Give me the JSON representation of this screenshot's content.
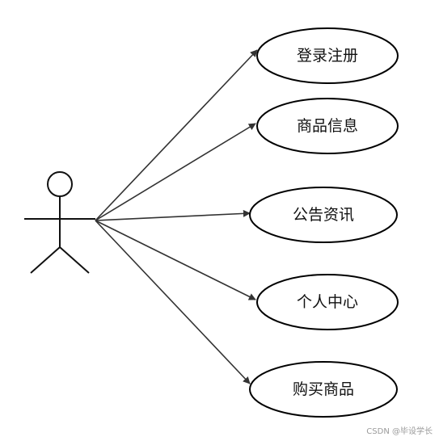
{
  "use_cases": [
    {
      "id": "login",
      "label": "登录注册"
    },
    {
      "id": "products",
      "label": "商品信息"
    },
    {
      "id": "notices",
      "label": "公告资讯"
    },
    {
      "id": "personal",
      "label": "个人中心"
    },
    {
      "id": "purchase",
      "label": "购买商品"
    }
  ],
  "watermark": "CSDN @毕设学长",
  "colors": {
    "line": "#333333",
    "ellipse_stroke": "#000000",
    "text": "#111111",
    "watermark": "#9a9a9a"
  }
}
